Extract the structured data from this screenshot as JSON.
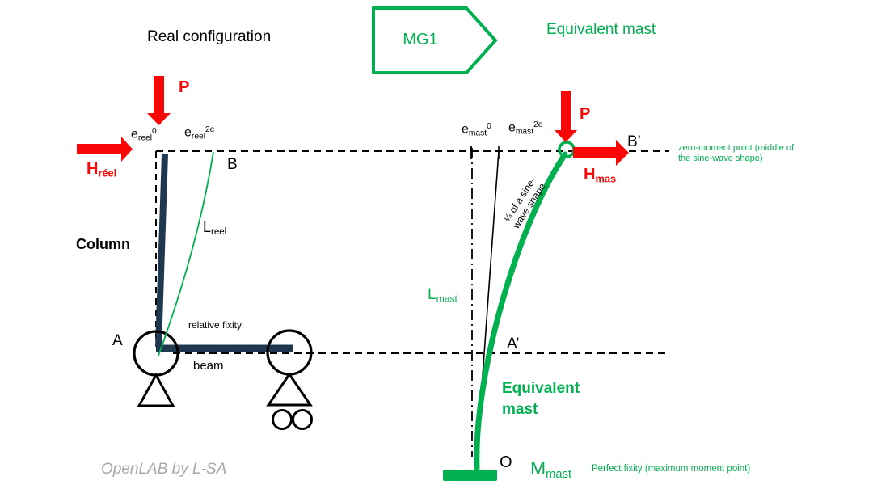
{
  "colors": {
    "green": "#00B050",
    "navy": "#20384f",
    "red": "#f90606",
    "gray_watermark": "#a6a6a6",
    "black": "#000000"
  },
  "titles": {
    "real": "Real configuration",
    "mg": "MG1",
    "equivalent": "Equivalent mast"
  },
  "left": {
    "p": "P",
    "h_base": "H",
    "h_sub": "réel",
    "e0_base": "e",
    "e0_sub": "reel",
    "e0_sup": "0",
    "e2_base": "e",
    "e2_sub": "reel",
    "e2_sup": "2e",
    "b": "B",
    "a": "A",
    "l_base": "L",
    "l_sub": "reel",
    "column": "Column",
    "relative_fixity": "relative fixity",
    "beam": "beam"
  },
  "right": {
    "p": "P",
    "h_base": "H",
    "h_sub": "mas",
    "e0_base": "e",
    "e0_sub": "mast",
    "e0_sup": "0",
    "e2_base": "e",
    "e2_sub": "mast",
    "e2_sup": "2e",
    "b": "B’",
    "a": "A’",
    "o": "O",
    "l_base": "L",
    "l_sub": "mast",
    "m_base": "M",
    "m_sub": "mast",
    "sine_line1": "¼ of a sine-",
    "sine_line2": "wave shape",
    "equiv_line1": "Equivalent",
    "equiv_line2": "mast",
    "zero_moment": "zero-moment point (middle of the sine-wave shape)",
    "perfect_fixity": "Perfect fixity (maximum moment point)"
  },
  "watermark": "OpenLAB by L-SA"
}
